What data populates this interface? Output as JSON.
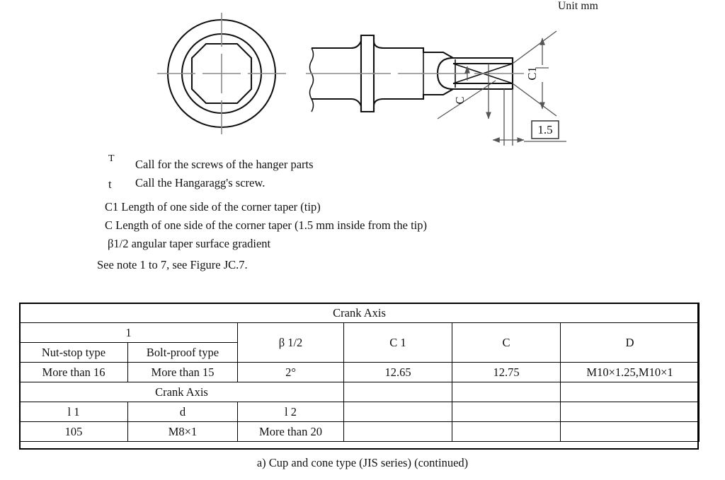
{
  "unit_label": "Unit mm",
  "drawing": {
    "dimension_c1": "C1",
    "dimension_c": "C",
    "dimension_boxed": "1.5",
    "left_view_name": "end-view-octagonal-socket",
    "right_view_name": "side-section-view-crank-axle"
  },
  "notes": {
    "items": [
      {
        "symbol": "T",
        "text": "Call for the screws of the hanger parts"
      },
      {
        "symbol": "t",
        "text": "Call the Hangaragg's screw."
      }
    ],
    "lines": [
      "C1 Length of one side of the corner taper (tip)",
      "C Length of one side of the corner taper (1.5 mm inside from the tip)",
      "β1/2 angular taper surface gradient"
    ],
    "see_note": "See note 1 to 7, see Figure JC.7."
  },
  "table": {
    "title_1": "Crank Axis",
    "title_2": "Crank Axis",
    "group_header_l": "1",
    "headers_row1": [
      "β 1/2",
      "C 1",
      "C",
      "D"
    ],
    "subheaders": [
      "Nut-stop type",
      "Bolt-proof type"
    ],
    "data_row1": [
      "More than 16",
      "More than 15",
      "2°",
      "12.65",
      "12.75",
      "M10×1.25,M10×1"
    ],
    "headers_row2": [
      "l 1",
      "d",
      "l 2"
    ],
    "data_row2": [
      "105",
      "M8×1",
      "More than 20"
    ]
  },
  "caption": "a) Cup and cone type (JIS series) (continued)"
}
